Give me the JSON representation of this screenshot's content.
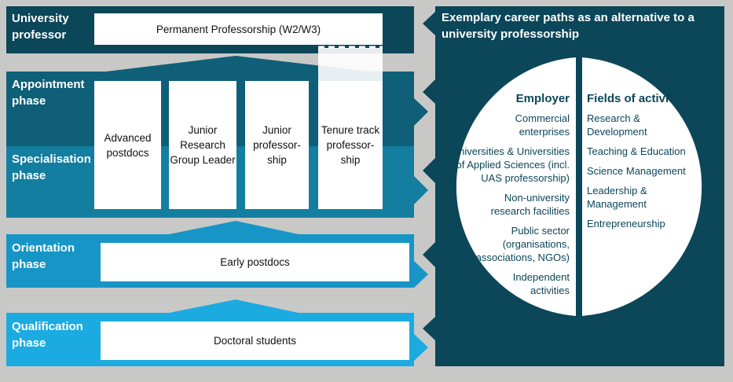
{
  "phases": {
    "university": {
      "label": "University professor",
      "box": "Permanent Professorship (W2/W3)"
    },
    "appointment": {
      "label": "Appointment phase"
    },
    "specialisation": {
      "label": "Specialisation phase"
    },
    "orientation": {
      "label": "Orientation phase",
      "box": "Early postdocs"
    },
    "qualification": {
      "label": "Qualification phase",
      "box": "Doctoral students"
    }
  },
  "mid_boxes": [
    "Advanced postdocs",
    "Junior Research Group Leader",
    "Junior professor-ship",
    "Tenure track professor-ship"
  ],
  "panel": {
    "title": "Exemplary career paths as an alternative to a university professorship",
    "employer": {
      "heading": "Employer",
      "items": [
        "Commercial enterprises",
        "Universities & Universities of Applied Sciences (incl. UAS professorship)",
        "Non-university research facilities",
        "Public sector (organisations, associations, NGOs)",
        "Independent activities"
      ]
    },
    "fields": {
      "heading": "Fields of activity",
      "items": [
        "Research & Development",
        "Teaching & Education",
        "Science Management",
        "Leadership & Management",
        "Entrepreneurship"
      ]
    }
  },
  "colors": {
    "dark": "#0b4659",
    "appointment": "#0e5f77",
    "specialisation": "#137e9f",
    "orientation": "#1795c6",
    "qualification": "#1cabe0",
    "background": "#c8c9c7"
  }
}
